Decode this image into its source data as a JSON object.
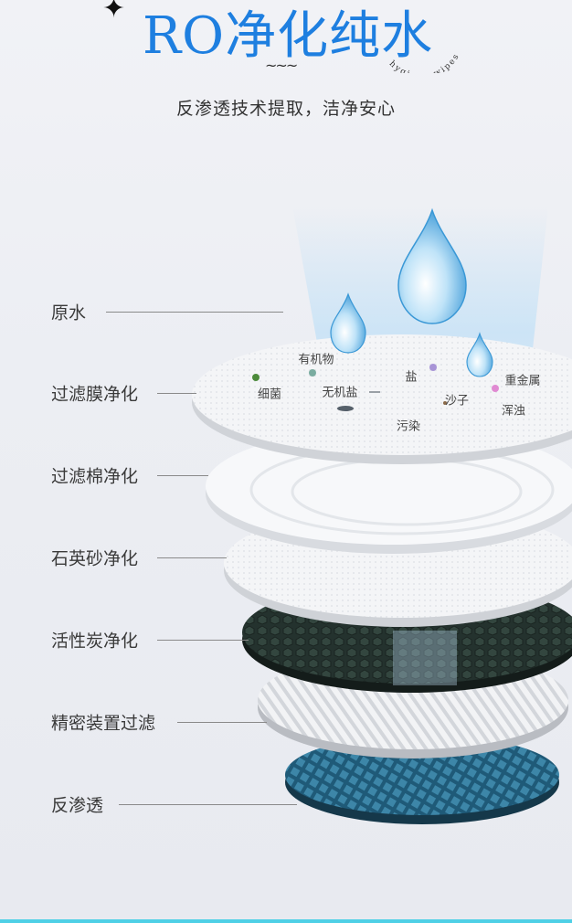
{
  "header": {
    "title": "RO净化纯水",
    "subtitle": "反渗透技术提取，洁净安心",
    "arc_text": "hygiene wipes",
    "decoration": "~~~"
  },
  "layers": [
    {
      "label": "原水"
    },
    {
      "label": "过滤膜净化"
    },
    {
      "label": "过滤棉净化"
    },
    {
      "label": "石英砂净化"
    },
    {
      "label": "活性炭净化"
    },
    {
      "label": "精密装置过滤"
    },
    {
      "label": "反渗透"
    }
  ],
  "contaminants": [
    "有机物",
    "细菌",
    "无机盐",
    "盐",
    "沙子",
    "重金属",
    "污染",
    "浑浊"
  ],
  "colors": {
    "title_blue": "#1e7fe0",
    "carbon_layer": "#24322e",
    "ro_layer": "#2f6f8f",
    "accent_bar": "#4fd0e6"
  }
}
